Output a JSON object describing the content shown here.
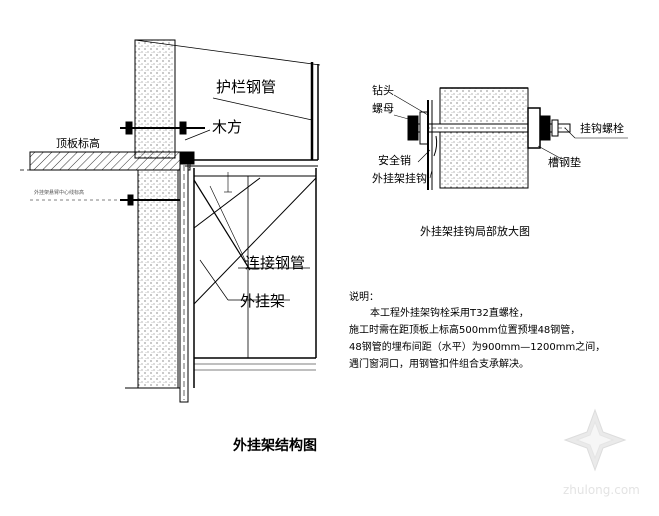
{
  "main_drawing": {
    "labels": {
      "guardrail_pipe": "护栏钢管",
      "timber": "木方",
      "roof_slab_elevation": "顶板标高",
      "connecting_pipe": "连接钢管",
      "external_frame": "外挂架",
      "tiny_note": "外挂架悬臂中心线标高"
    },
    "title": "外挂架结构图"
  },
  "detail": {
    "labels": {
      "drill_head": "钻头",
      "nut": "螺母",
      "hook_bolt": "挂钩螺栓",
      "safety_pin": "安全销",
      "frame_hook": "外挂架挂钩",
      "channel_pad": "槽钢垫"
    },
    "caption": "外挂架挂钩局部放大图"
  },
  "notes": {
    "heading": "说明：",
    "lines": [
      "本工程外挂架钩栓采用T32直螺栓，",
      "施工时需在距顶板上标高500mm位置预埋48钢管，",
      "48钢管的埋布间距（水平）为900mm—1200mm之间，",
      "遇门窗洞口，用钢管扣件组合支承解决。"
    ]
  },
  "watermark": {
    "text": "zhulong.com"
  }
}
